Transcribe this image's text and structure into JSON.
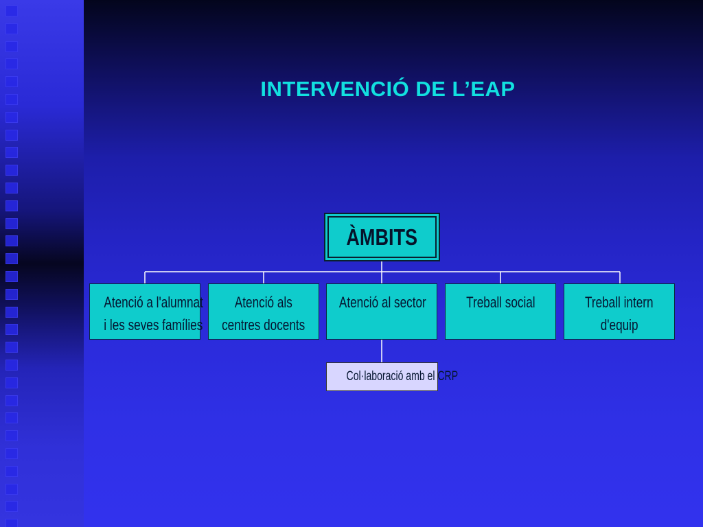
{
  "slide": {
    "title": "INTERVENCIÓ DE L’EAP"
  },
  "diagram": {
    "root": "ÀMBITS",
    "children": [
      {
        "line1": "Atenció a l'alumnat",
        "line2": "i les seves famílies"
      },
      {
        "line1": "Atenció als",
        "line2": "centres docents"
      },
      {
        "line1": "Atenció al sector",
        "line2": ""
      },
      {
        "line1": "Treball social",
        "line2": ""
      },
      {
        "line1": "Treball intern",
        "line2": "d'equip"
      }
    ],
    "sub_child": "Col·laboració amb el CRP"
  },
  "colors": {
    "title": "#12e0e0",
    "box_fill": "#0fcccc",
    "sub_box_fill": "#d8d6ff",
    "connector": "#ffffff"
  }
}
